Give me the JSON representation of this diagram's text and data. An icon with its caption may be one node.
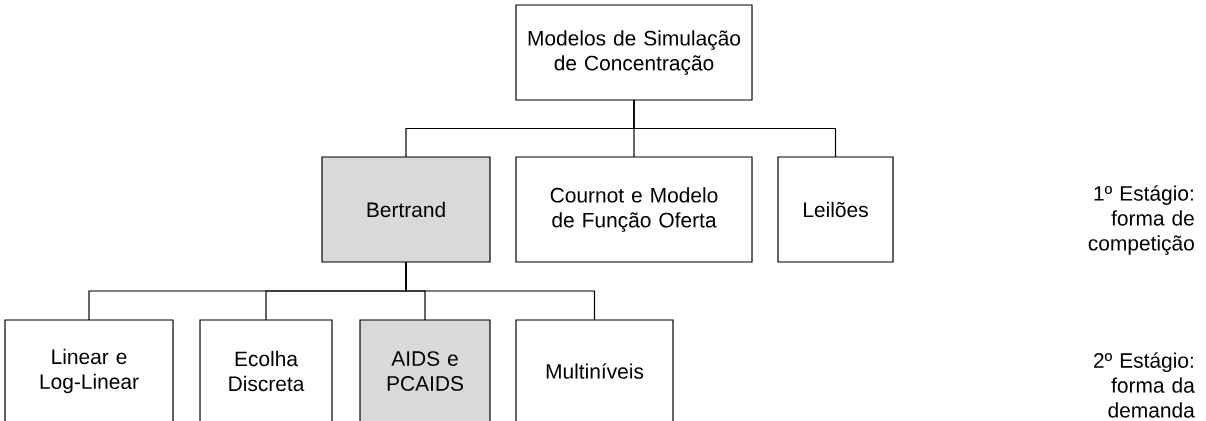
{
  "diagram": {
    "nodes": [
      {
        "text": [
          "Modelos de Simulação de Concentração"
        ]
      },
      {
        "text": [
          "Bertrand"
        ]
      },
      {
        "text": [
          "Cournot e Modelo de Função Oferta"
        ]
      },
      {
        "text": [
          "Leilões"
        ]
      },
      {
        "text": [
          "Linear e Log-Linear"
        ]
      },
      {
        "text": [
          "Ecolha Discreta"
        ]
      },
      {
        "text": [
          "AIDS e PCAIDS"
        ]
      },
      {
        "text": [
          "Multiníveis"
        ]
      }
    ],
    "edges": [
      {
        "from": 0,
        "to": 1,
        "arrow": "none"
      },
      {
        "from": 0,
        "to": 2,
        "arrow": "none"
      },
      {
        "from": 0,
        "to": 3,
        "arrow": "none"
      },
      {
        "from": 1,
        "to": 4,
        "arrow": "none"
      },
      {
        "from": 1,
        "to": 5,
        "arrow": "none"
      },
      {
        "from": 1,
        "to": 6,
        "arrow": "none"
      },
      {
        "from": 1,
        "to": 7,
        "arrow": "none"
      }
    ],
    "labels": [
      "1º Estágio: forma de competição",
      "2º Estágio: forma da demanda"
    ]
  }
}
